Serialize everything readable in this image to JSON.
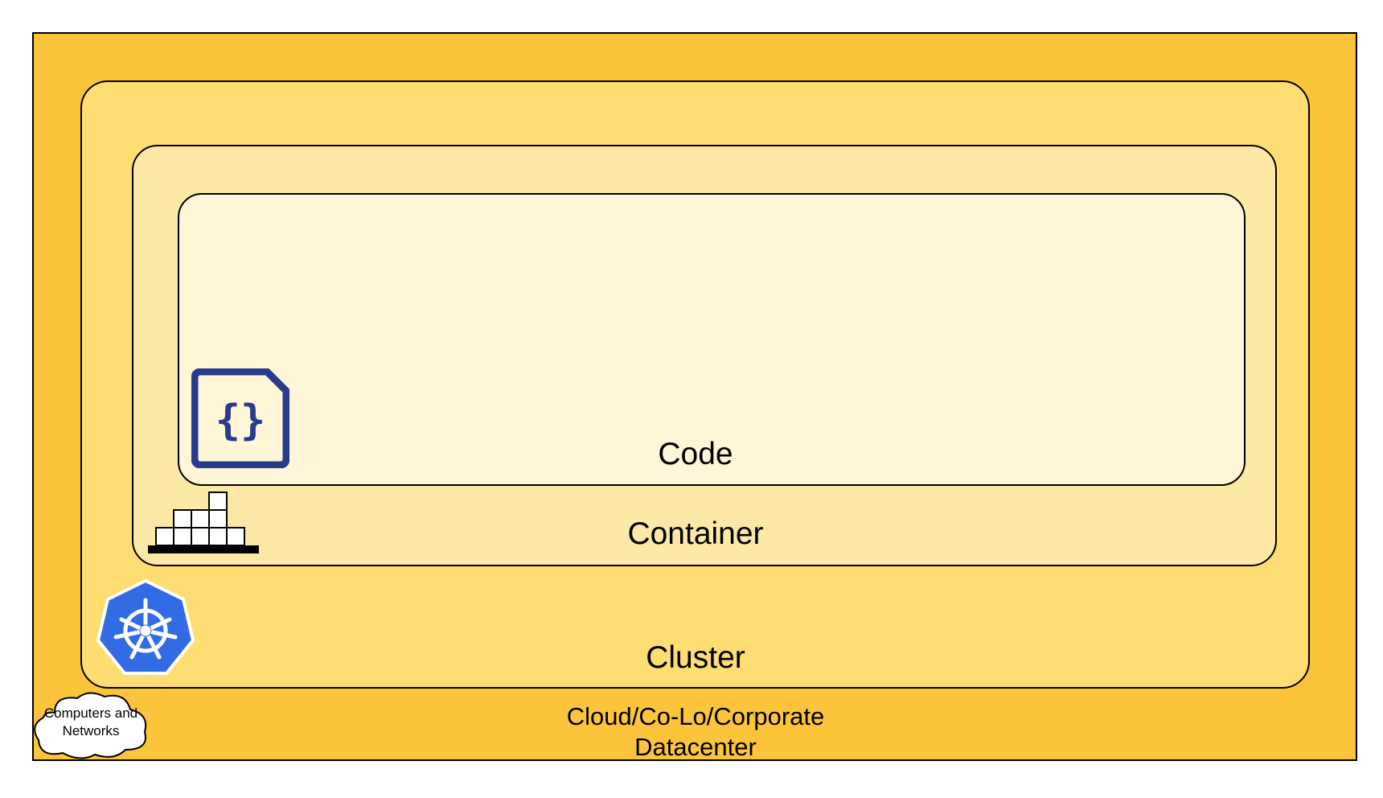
{
  "colors": {
    "datacenter": "#fcc43b",
    "cluster": "#fedd72",
    "container": "#fde9a6",
    "code": "#fff5d7",
    "code_icon": "#283b8c",
    "kubernetes": "#326ce5"
  },
  "layers": {
    "datacenter": {
      "label": "Cloud/Co-Lo/Corporate Datacenter"
    },
    "cluster": {
      "label": "Cluster"
    },
    "container": {
      "label": "Container"
    },
    "code": {
      "label": "Code"
    }
  },
  "cloud": {
    "label": "Computers and Networks"
  },
  "icons": {
    "code": "code-file-icon",
    "container": "container-stack-icon",
    "cluster": "kubernetes-icon",
    "network": "cloud-icon"
  }
}
